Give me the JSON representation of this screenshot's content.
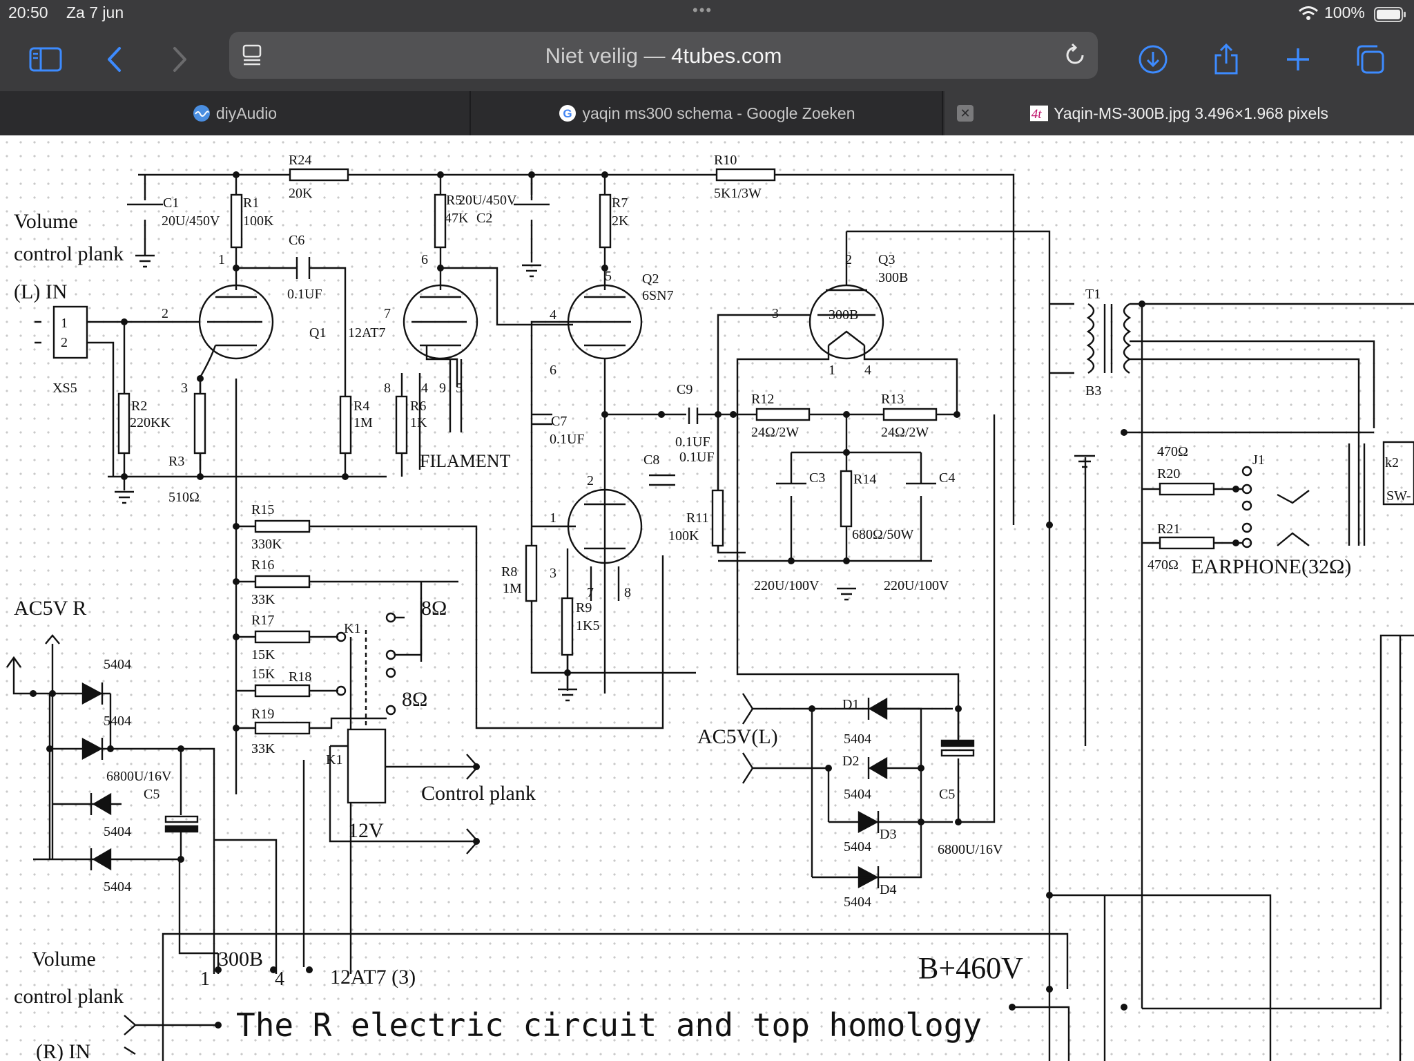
{
  "status_bar": {
    "time": "20:50",
    "date": "Za 7 jun",
    "battery": "100%"
  },
  "toolbar": {
    "address_prefix": "Niet veilig — ",
    "address_host": "4tubes.com",
    "icons": [
      "sidebar-icon",
      "back-icon",
      "forward-icon",
      "reader-icon",
      "reload-icon",
      "download-icon",
      "share-icon",
      "new-tab-icon",
      "tabs-overview-icon"
    ]
  },
  "tabs": [
    {
      "label": "diyAudio"
    },
    {
      "label": "yaqin ms300 schema - Google Zoeken"
    },
    {
      "label": "Yaqin-MS-300B.jpg 3.496×1.968 pixels"
    }
  ],
  "schematic": {
    "labels": {
      "volume": "Volume",
      "control_plank": "control plank",
      "l_in": "(L) IN",
      "xs5": "XS5",
      "r24": "R24",
      "r24v": "20K",
      "c1": "C1",
      "c1v": "20U/450V",
      "r1": "R1",
      "r1v": "100K",
      "c6": "C6",
      "c6v": "0.1UF",
      "r5": "R5",
      "r5v": "47K",
      "c2": "C2",
      "c2v": "20U/450V",
      "r7": "R7",
      "r7v": "2K",
      "r10": "R10",
      "r10v": "5K1/3W",
      "q1": "Q1",
      "q1v": "12AT7",
      "q2": "Q2",
      "q2v": "6SN7",
      "q3": "Q3",
      "q3v": "300B",
      "q3t": "300B",
      "r2": "R2",
      "r2v": "220KK",
      "r3": "R3",
      "r3v": "510Ω",
      "r4": "R4",
      "r4v": "1M",
      "r6": "R6",
      "r6v": "1K",
      "filament": "FILAMENT",
      "c7": "C7",
      "c7v": "0.1UF",
      "c8": "C8",
      "c9": "C9",
      "c9v": "0.1UF",
      "c9v2": "0.1UF",
      "r11": "R11",
      "r11v": "100K",
      "r12": "R12",
      "r12v": "24Ω/2W",
      "r13": "R13",
      "r13v": "24Ω/2W",
      "c3": "C3",
      "c3v": "220U/100V",
      "r14": "R14",
      "r14v": "680Ω/50W",
      "c4": "C4",
      "c4v": "220U/100V",
      "t1": "T1",
      "b3": "B3",
      "r20v_top": "470Ω",
      "r20": "R20",
      "r21": "R21",
      "r21v": "470Ω",
      "j1": "J1",
      "k2": "k2",
      "sw": "SW-",
      "earphone": "EARPHONE(32Ω)",
      "r15": "R15",
      "r15v": "330K",
      "r16": "R16",
      "r16v": "33K",
      "r17": "R17",
      "r17v": "15K",
      "r18": "R18",
      "r18v": "15K",
      "r19": "R19",
      "r19v": "33K",
      "k1": "K1",
      "k1b": "K1",
      "ohm8": "8Ω",
      "ohm8b": "8Ω",
      "control_plank2": "Control plank",
      "v12": "12V",
      "ac5v_r": "AC5V R",
      "ac5v_l": "AC5V(L)",
      "d5404": "5404",
      "c5": "C5",
      "c5v": "6800U/16V",
      "c5b": "C5",
      "c5bv": "6800U/16V",
      "d1": "D1",
      "d2": "D2",
      "d3": "D3",
      "d4": "D4",
      "r8": "R8",
      "r8v": "1M",
      "r9": "R9",
      "r9v": "1K5",
      "box_300b": "300B",
      "box_12at7": "12AT7 (3)",
      "bplus": "B+460V",
      "footer": "The R electric circuit and top homology",
      "r_in": "(R) IN",
      "pin1": "1",
      "pin2": "2",
      "pin3": "3",
      "pin4": "4",
      "pin5": "5",
      "pin6": "6",
      "pin7": "7",
      "pin8": "8",
      "pin9": "9"
    }
  }
}
